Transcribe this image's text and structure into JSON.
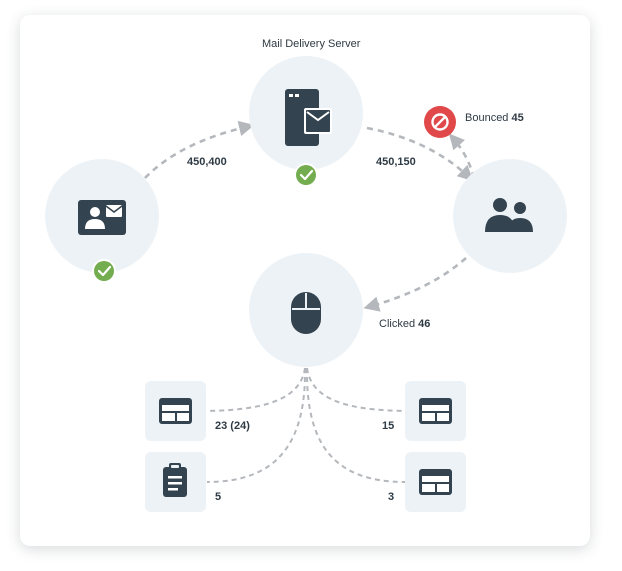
{
  "diagram": {
    "title": "Mail Delivery Server",
    "edges": {
      "sender_to_server": "450,400",
      "server_to_recipients": "450,150"
    },
    "bounced": {
      "label": "Bounced",
      "count": "45"
    },
    "clicked": {
      "label": "Clicked",
      "count": "46"
    },
    "links": {
      "top_left": "23 (24)",
      "top_right": "15",
      "bottom_left": "5",
      "bottom_right": "3"
    },
    "nodes": {
      "sender": {
        "icon": "contact-card-icon",
        "status": "check-icon"
      },
      "server": {
        "icon": "mail-server-icon",
        "status": "check-icon"
      },
      "recipients": {
        "icon": "users-icon"
      },
      "click": {
        "icon": "mouse-icon"
      }
    },
    "colors": {
      "node_fill": "#edf2f6",
      "icon": "#33434f",
      "check": "#74ad4f",
      "bounce": "#e0484a",
      "line": "#b4b8bc"
    }
  }
}
